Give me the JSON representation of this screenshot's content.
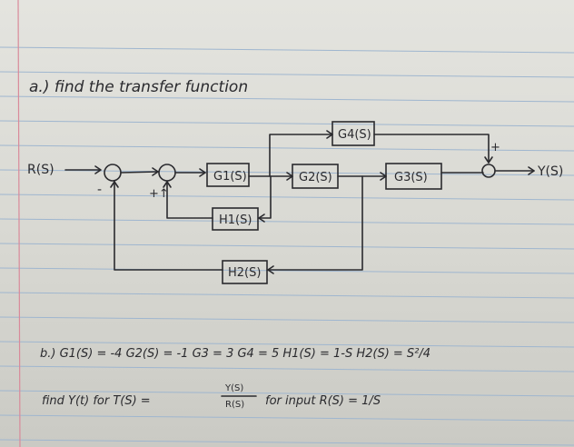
{
  "part_a": {
    "heading": "a.) find the transfer function"
  },
  "diagram": {
    "input": "R(S)",
    "output": "Y(S)",
    "sign_minus": "-",
    "sign_plus_minus": "+↑",
    "sign_plus": "+",
    "blocks": {
      "g1": "G1(S)",
      "g2": "G2(S)",
      "g3": "G3(S)",
      "g4": "G4(S)",
      "h1": "H1(S)",
      "h2": "H2(S)"
    }
  },
  "part_b": {
    "given": "b.) G1(S) = -4   G2(S) = -1   G3 = 3   G4 = 5   H1(S) = 1-S   H2(S) = S²/4",
    "task_prefix": "find Y(t) for T(S) =",
    "tf_num": "Y(S)",
    "tf_den": "R(S)",
    "task_suffix": "for input R(S) = 1/S"
  },
  "colors": {
    "paper": "#dcdcd6",
    "rule_line": "#9fb6cf",
    "margin_line": "#d98a9a",
    "ink": "#2a2a2e"
  }
}
